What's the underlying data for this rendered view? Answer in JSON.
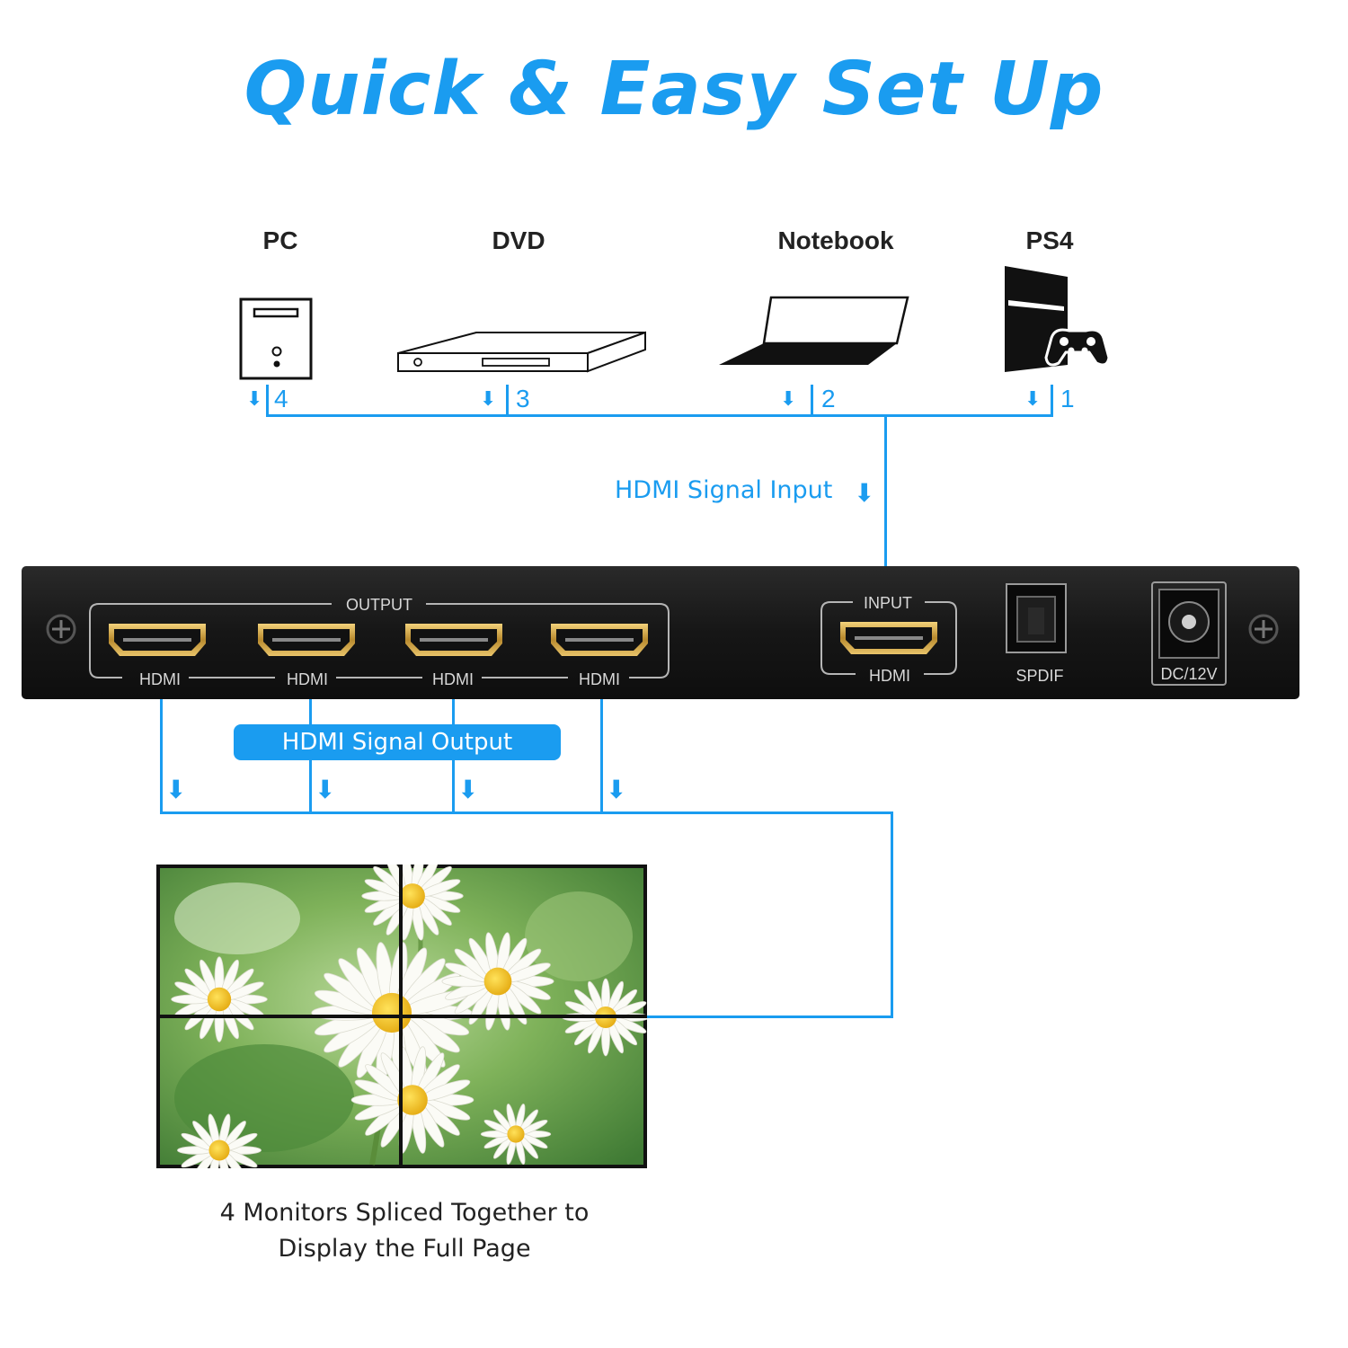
{
  "title": "Quick & Easy Set Up",
  "sources": [
    {
      "label": "PC",
      "port": "4",
      "icon": "pc-tower-icon"
    },
    {
      "label": "DVD",
      "port": "3",
      "icon": "dvd-player-icon"
    },
    {
      "label": "Notebook",
      "port": "2",
      "icon": "laptop-icon"
    },
    {
      "label": "PS4",
      "port": "1",
      "icon": "ps4-console-icon"
    }
  ],
  "signal_input_label": "HDMI Signal Input",
  "device": {
    "output_group_label": "OUTPUT",
    "output_ports": [
      "HDMI",
      "HDMI",
      "HDMI",
      "HDMI"
    ],
    "input_group_label": "INPUT",
    "input_port": "HDMI",
    "spdif_label": "SPDIF",
    "power_label": "DC/12V"
  },
  "signal_output_label": "HDMI Signal Output",
  "caption_line1": "4 Monitors Spliced Together to",
  "caption_line2": "Display the Full Page",
  "colors": {
    "accent": "#1a9cf0",
    "device_body": "#1b1b1b"
  }
}
